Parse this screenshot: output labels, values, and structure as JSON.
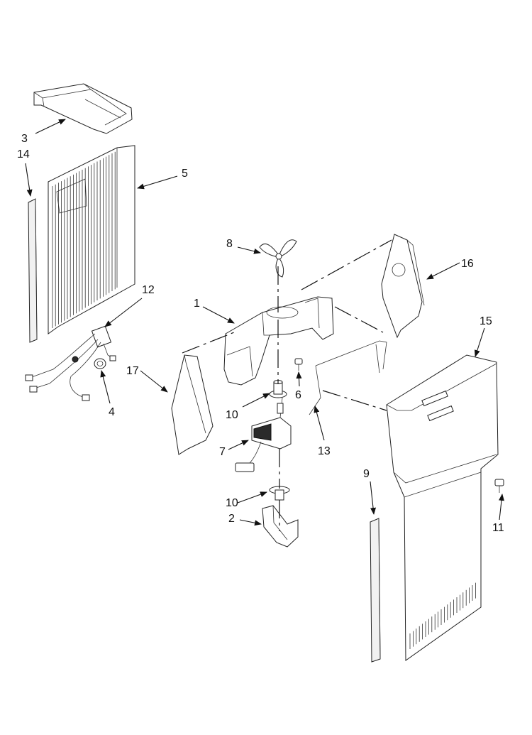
{
  "callouts": {
    "c1": "1",
    "c2": "2",
    "c3": "3",
    "c4": "4",
    "c5": "5",
    "c6": "6",
    "c7": "7",
    "c8": "8",
    "c9": "9",
    "c10a": "10",
    "c10b": "10",
    "c11": "11",
    "c12": "12",
    "c13": "13",
    "c14": "14",
    "c15": "15",
    "c16": "16",
    "c17": "17"
  }
}
